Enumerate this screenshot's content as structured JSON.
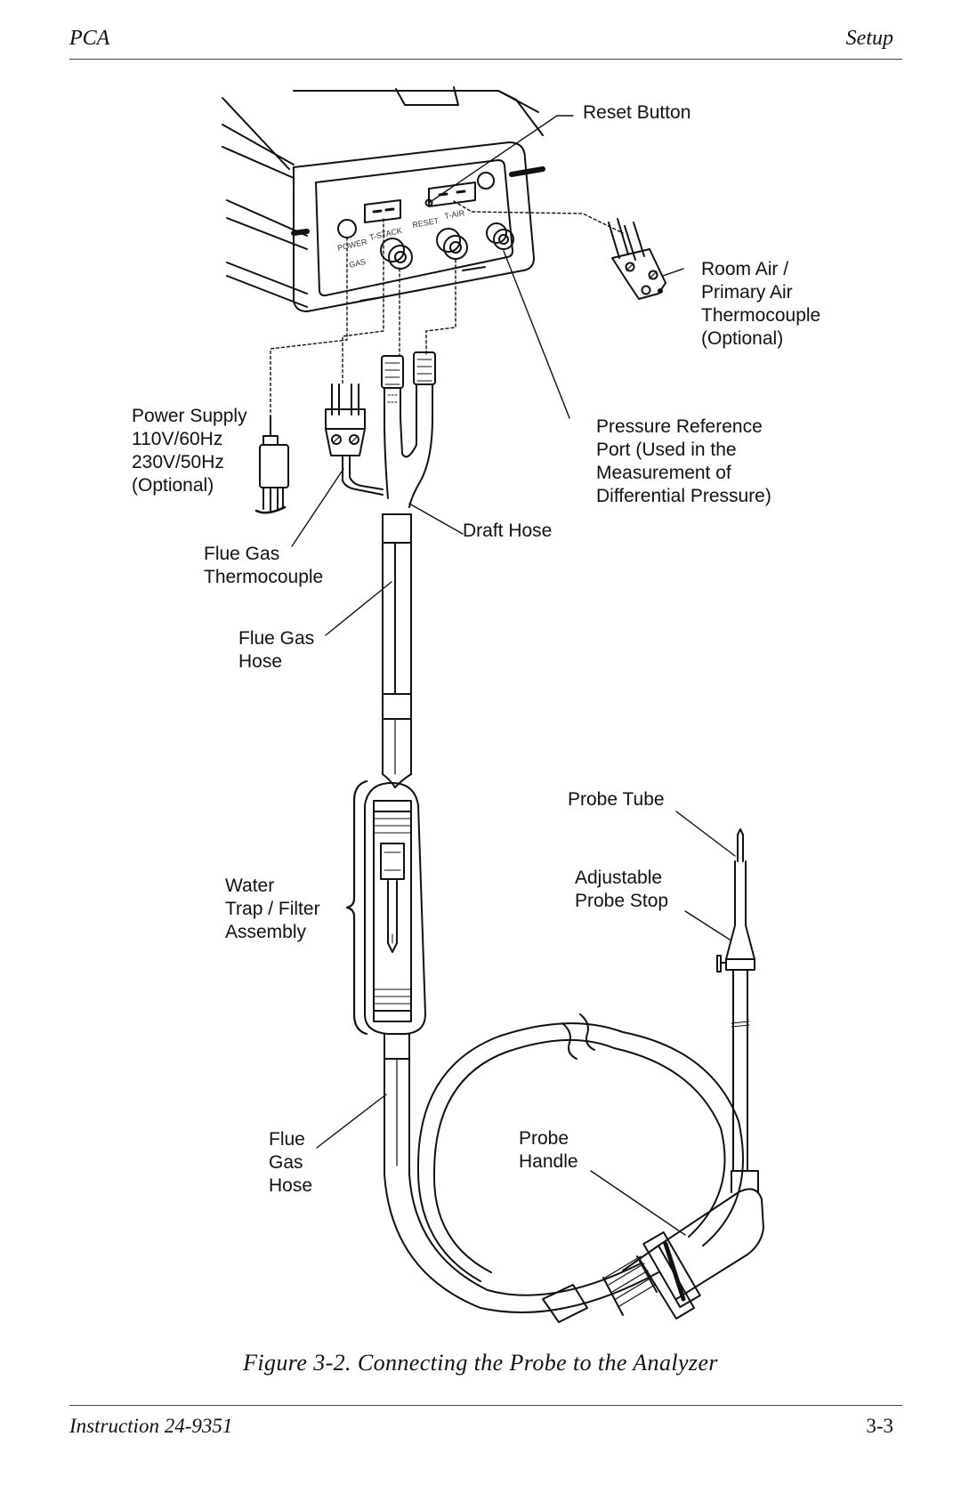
{
  "header": {
    "left": "PCA",
    "right": "Setup"
  },
  "figure": {
    "caption": "Figure 3-2.  Connecting the Probe to the Analyzer",
    "panel_labels": {
      "power": "POWER",
      "t_stack": "T-STACK",
      "reset": "RESET",
      "t_air": "T-AIR",
      "gas": "GAS"
    },
    "callouts": {
      "reset_button": "Reset Button",
      "room_air": "Room Air /\nPrimary Air\nThermocouple\n(Optional)",
      "power_supply": "Power Supply\n110V/60Hz\n230V/50Hz\n(Optional)",
      "pressure_ref": "Pressure Reference\nPort (Used in the\nMeasurement of\nDifferential Pressure)",
      "draft_hose": "Draft Hose",
      "flue_gas_tc": "Flue Gas\nThermocouple",
      "flue_gas_hose_upper": "Flue Gas\nHose",
      "probe_tube": "Probe Tube",
      "adjustable_stop": "Adjustable\nProbe Stop",
      "water_trap": "Water\nTrap / Filter\nAssembly",
      "flue_gas_hose_lower": "Flue\nGas\nHose",
      "probe_handle": "Probe\nHandle"
    }
  },
  "footer": {
    "left": "Instruction 24-9351",
    "right": "3-3"
  }
}
